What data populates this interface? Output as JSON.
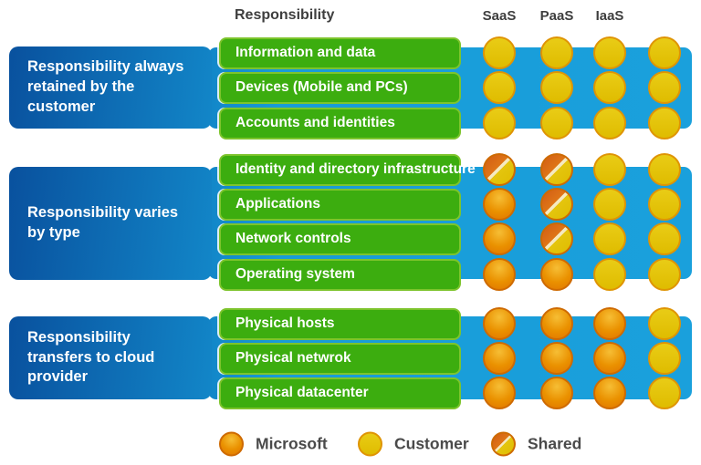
{
  "header": {
    "title": "Responsibility",
    "columns": [
      "SaaS",
      "PaaS",
      "IaaS",
      ""
    ]
  },
  "sections": [
    {
      "label": "Responsibility always retained by the customer",
      "rows": [
        {
          "label": "Information and data",
          "cells": [
            "customer",
            "customer",
            "customer",
            "customer"
          ]
        },
        {
          "label": "Devices (Mobile and PCs)",
          "cells": [
            "customer",
            "customer",
            "customer",
            "customer"
          ]
        },
        {
          "label": "Accounts and identities",
          "cells": [
            "customer",
            "customer",
            "customer",
            "customer"
          ]
        }
      ]
    },
    {
      "label": "Responsibility varies by type",
      "rows": [
        {
          "label": "Identity and directory infrastructure",
          "cells": [
            "shared",
            "shared",
            "customer",
            "customer"
          ]
        },
        {
          "label": "Applications",
          "cells": [
            "microsoft",
            "shared",
            "customer",
            "customer"
          ]
        },
        {
          "label": "Network controls",
          "cells": [
            "microsoft",
            "shared",
            "customer",
            "customer"
          ]
        },
        {
          "label": "Operating system",
          "cells": [
            "microsoft",
            "microsoft",
            "customer",
            "customer"
          ]
        }
      ]
    },
    {
      "label": "Responsibility transfers to cloud provider",
      "rows": [
        {
          "label": "Physical hosts",
          "cells": [
            "microsoft",
            "microsoft",
            "microsoft",
            "customer"
          ]
        },
        {
          "label": "Physical netwrok",
          "cells": [
            "microsoft",
            "microsoft",
            "microsoft",
            "customer"
          ]
        },
        {
          "label": "Physical datacenter",
          "cells": [
            "microsoft",
            "microsoft",
            "microsoft",
            "customer"
          ]
        }
      ]
    }
  ],
  "legend": [
    {
      "type": "microsoft",
      "label": "Microsoft"
    },
    {
      "type": "customer",
      "label": "Customer"
    },
    {
      "type": "shared",
      "label": "Shared"
    }
  ],
  "colors": {
    "band_blue": "#1aa0dc",
    "box_blue_dark": "#09519e",
    "box_blue_light": "#1286c8",
    "green_fill": "#3cad0f",
    "green_border": "#7dc42c",
    "customer_yellow": "#e3c40a",
    "microsoft_orange": "#e07400",
    "shared_divider": "#f5e9c0",
    "header_text": "#3e3e3e",
    "legend_text": "#4a4a4a"
  }
}
